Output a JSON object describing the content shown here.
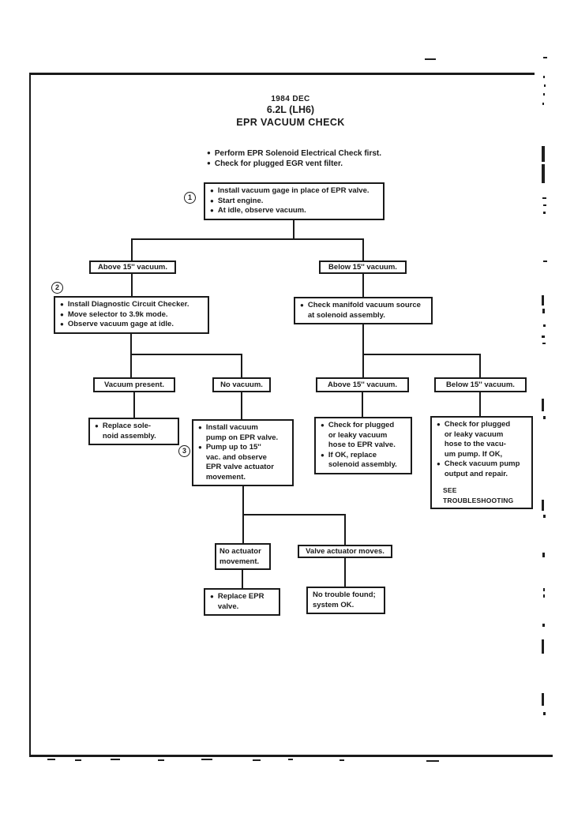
{
  "header": {
    "date": "1984 DEC",
    "engine": "6.2L (LH6)",
    "title": "EPR VACUUM CHECK"
  },
  "intro": {
    "bullets": [
      "Perform EPR Solenoid Electrical Check first.",
      "Check for plugged EGR vent filter."
    ]
  },
  "flow": {
    "step1": {
      "num": "1",
      "bullets": [
        "Install vacuum gage in place of EPR valve.",
        "Start engine.",
        "At idle, observe vacuum."
      ]
    },
    "branch_a": {
      "above": "Above 15'' vacuum.",
      "below": "Below 15'' vacuum."
    },
    "step2": {
      "num": "2",
      "bullets": [
        "Install Diagnostic Circuit Checker.",
        "Move selector to 3.9k mode.",
        "Observe vacuum gage at idle."
      ]
    },
    "check_manifold": {
      "bullets": [
        "Check manifold vacuum source\nat solenoid assembly."
      ]
    },
    "branch_b": {
      "vacuum_present": "Vacuum present.",
      "no_vacuum": "No vacuum.",
      "above": "Above 15'' vacuum.",
      "below": "Below 15'' vacuum."
    },
    "replace_solenoid": {
      "bullets": [
        "Replace sole-\nnoid assembly."
      ]
    },
    "step3": {
      "num": "3",
      "bullets": [
        "Install vacuum\npump on EPR valve.",
        "Pump up to 15''\nvac. and observe\nEPR valve actuator\nmovement."
      ]
    },
    "check_epr_hose": {
      "bullets": [
        "Check for plugged\nor leaky vacuum\nhose to EPR valve.",
        "If OK, replace\nsolenoid assembly."
      ]
    },
    "check_pump_hose": {
      "bullets": [
        "Check for plugged\nor leaky vacuum\nhose to the vacu-\num pump. If OK,",
        "Check vacuum pump\noutput and repair."
      ],
      "note": "SEE TROUBLESHOOTING"
    },
    "branch_c": {
      "no_actuator": "No actuator\nmovement.",
      "valve_moves": "Valve actuator moves."
    },
    "replace_epr": {
      "bullets": [
        "Replace EPR\nvalve."
      ]
    },
    "no_trouble": {
      "text": "No trouble found;\nsystem OK."
    }
  },
  "colors": {
    "ink": "#1a1a1a",
    "paper": "#ffffff"
  }
}
